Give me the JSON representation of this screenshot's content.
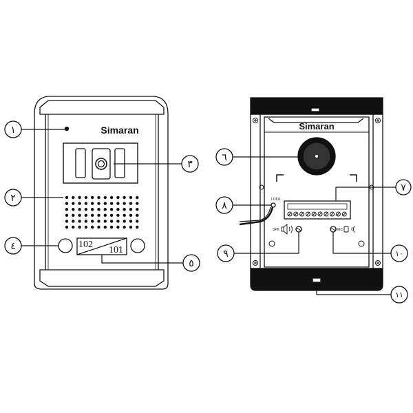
{
  "front_panel": {
    "brand": "Simaran",
    "apartment_labels": {
      "top": "102",
      "bottom": "101"
    }
  },
  "back_panel": {
    "brand": "Simaran",
    "lock_label": "LOCK",
    "speaker_label": "SPK",
    "mic_label": "MIC"
  },
  "callouts": {
    "c1": "١",
    "c2": "٢",
    "c3": "٣",
    "c4": "٤",
    "c5": "٥",
    "c6": "٦",
    "c7": "٧",
    "c8": "٨",
    "c9": "٩",
    "c10": "١٠",
    "c11": "١١"
  }
}
